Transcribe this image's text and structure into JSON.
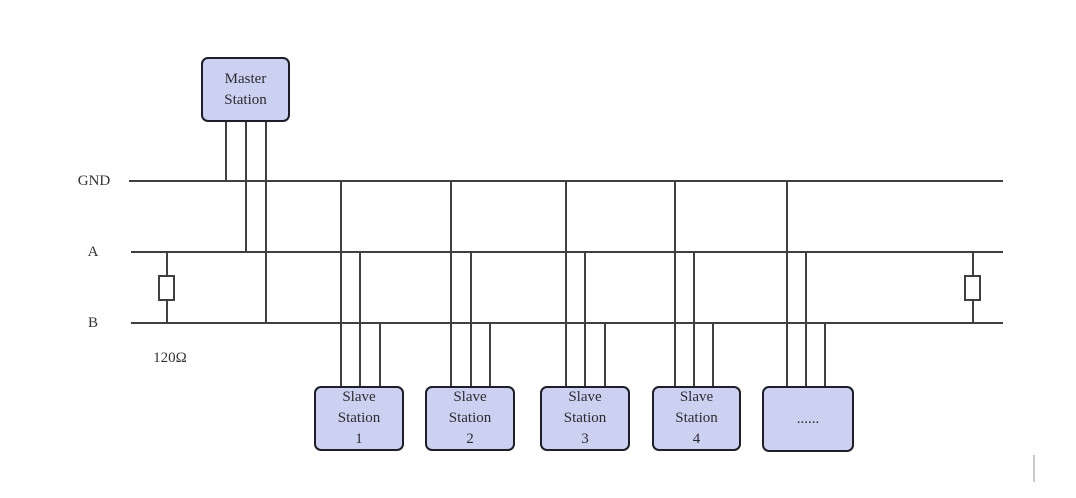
{
  "diagram_kind": "bus-topology-wiring-diagram",
  "colors": {
    "node_fill": "#cdd1f1",
    "node_border": "#1e1e28",
    "wire": "#3f3f3f",
    "label_text": "#333333"
  },
  "bus": {
    "gnd_label": "GND",
    "a_label": "A",
    "b_label": "B"
  },
  "master": {
    "label": "Master\nStation"
  },
  "stations": [
    {
      "label": "Slave\nStation\n1"
    },
    {
      "label": "Slave\nStation\n2"
    },
    {
      "label": "Slave\nStation\n3"
    },
    {
      "label": "Slave\nStation\n4"
    },
    {
      "label": "......"
    }
  ],
  "termination": {
    "left_resistor_label": "120Ω"
  }
}
